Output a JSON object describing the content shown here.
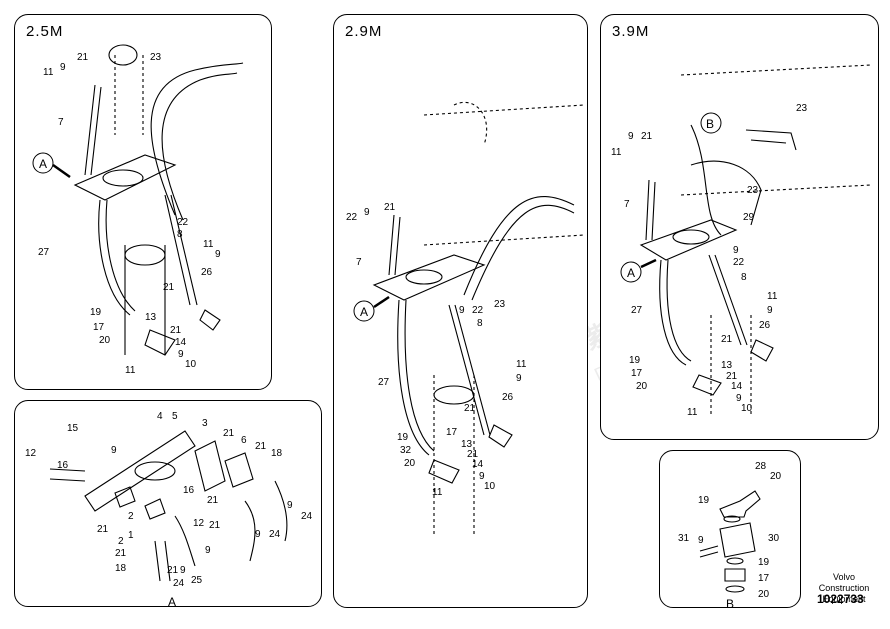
{
  "panels": {
    "p25": {
      "title": "2.5M"
    },
    "p29": {
      "title": "2.9M"
    },
    "p39": {
      "title": "3.9M"
    }
  },
  "detail_labels": {
    "a": "A",
    "b": "B"
  },
  "footer": {
    "line1": "Volvo Construction",
    "line2": "Equipment",
    "doc_number": "1022733"
  },
  "watermark": {
    "cn": "紫发动力",
    "en": "Diesel-Engines"
  },
  "callouts": {
    "p25": [
      "11",
      "9",
      "21",
      "23",
      "7",
      "A",
      "22",
      "8",
      "11",
      "9",
      "27",
      "26",
      "21",
      "19",
      "17",
      "20",
      "13",
      "21",
      "14",
      "9",
      "11",
      "10"
    ],
    "p29": [
      "22",
      "9",
      "21",
      "7",
      "A",
      "23",
      "9",
      "22",
      "8",
      "27",
      "11",
      "9",
      "26",
      "21",
      "19",
      "32",
      "20",
      "13",
      "21",
      "14",
      "17",
      "9",
      "11",
      "10"
    ],
    "p39": [
      "B",
      "23",
      "9",
      "11",
      "21",
      "23",
      "7",
      "29",
      "A",
      "9",
      "22",
      "8",
      "27",
      "11",
      "9",
      "26",
      "21",
      "19",
      "17",
      "20",
      "13",
      "21",
      "14",
      "9",
      "11",
      "10"
    ],
    "detail_a": [
      "15",
      "9",
      "12",
      "16",
      "4",
      "5",
      "3",
      "21",
      "6",
      "21",
      "18",
      "2",
      "16",
      "21",
      "12",
      "21",
      "9",
      "24",
      "9",
      "24",
      "1",
      "21",
      "2",
      "21",
      "9",
      "18",
      "21",
      "24",
      "9",
      "25",
      "A"
    ],
    "detail_b": [
      "28",
      "20",
      "19",
      "31",
      "9",
      "30",
      "19",
      "17",
      "20",
      "B"
    ]
  }
}
